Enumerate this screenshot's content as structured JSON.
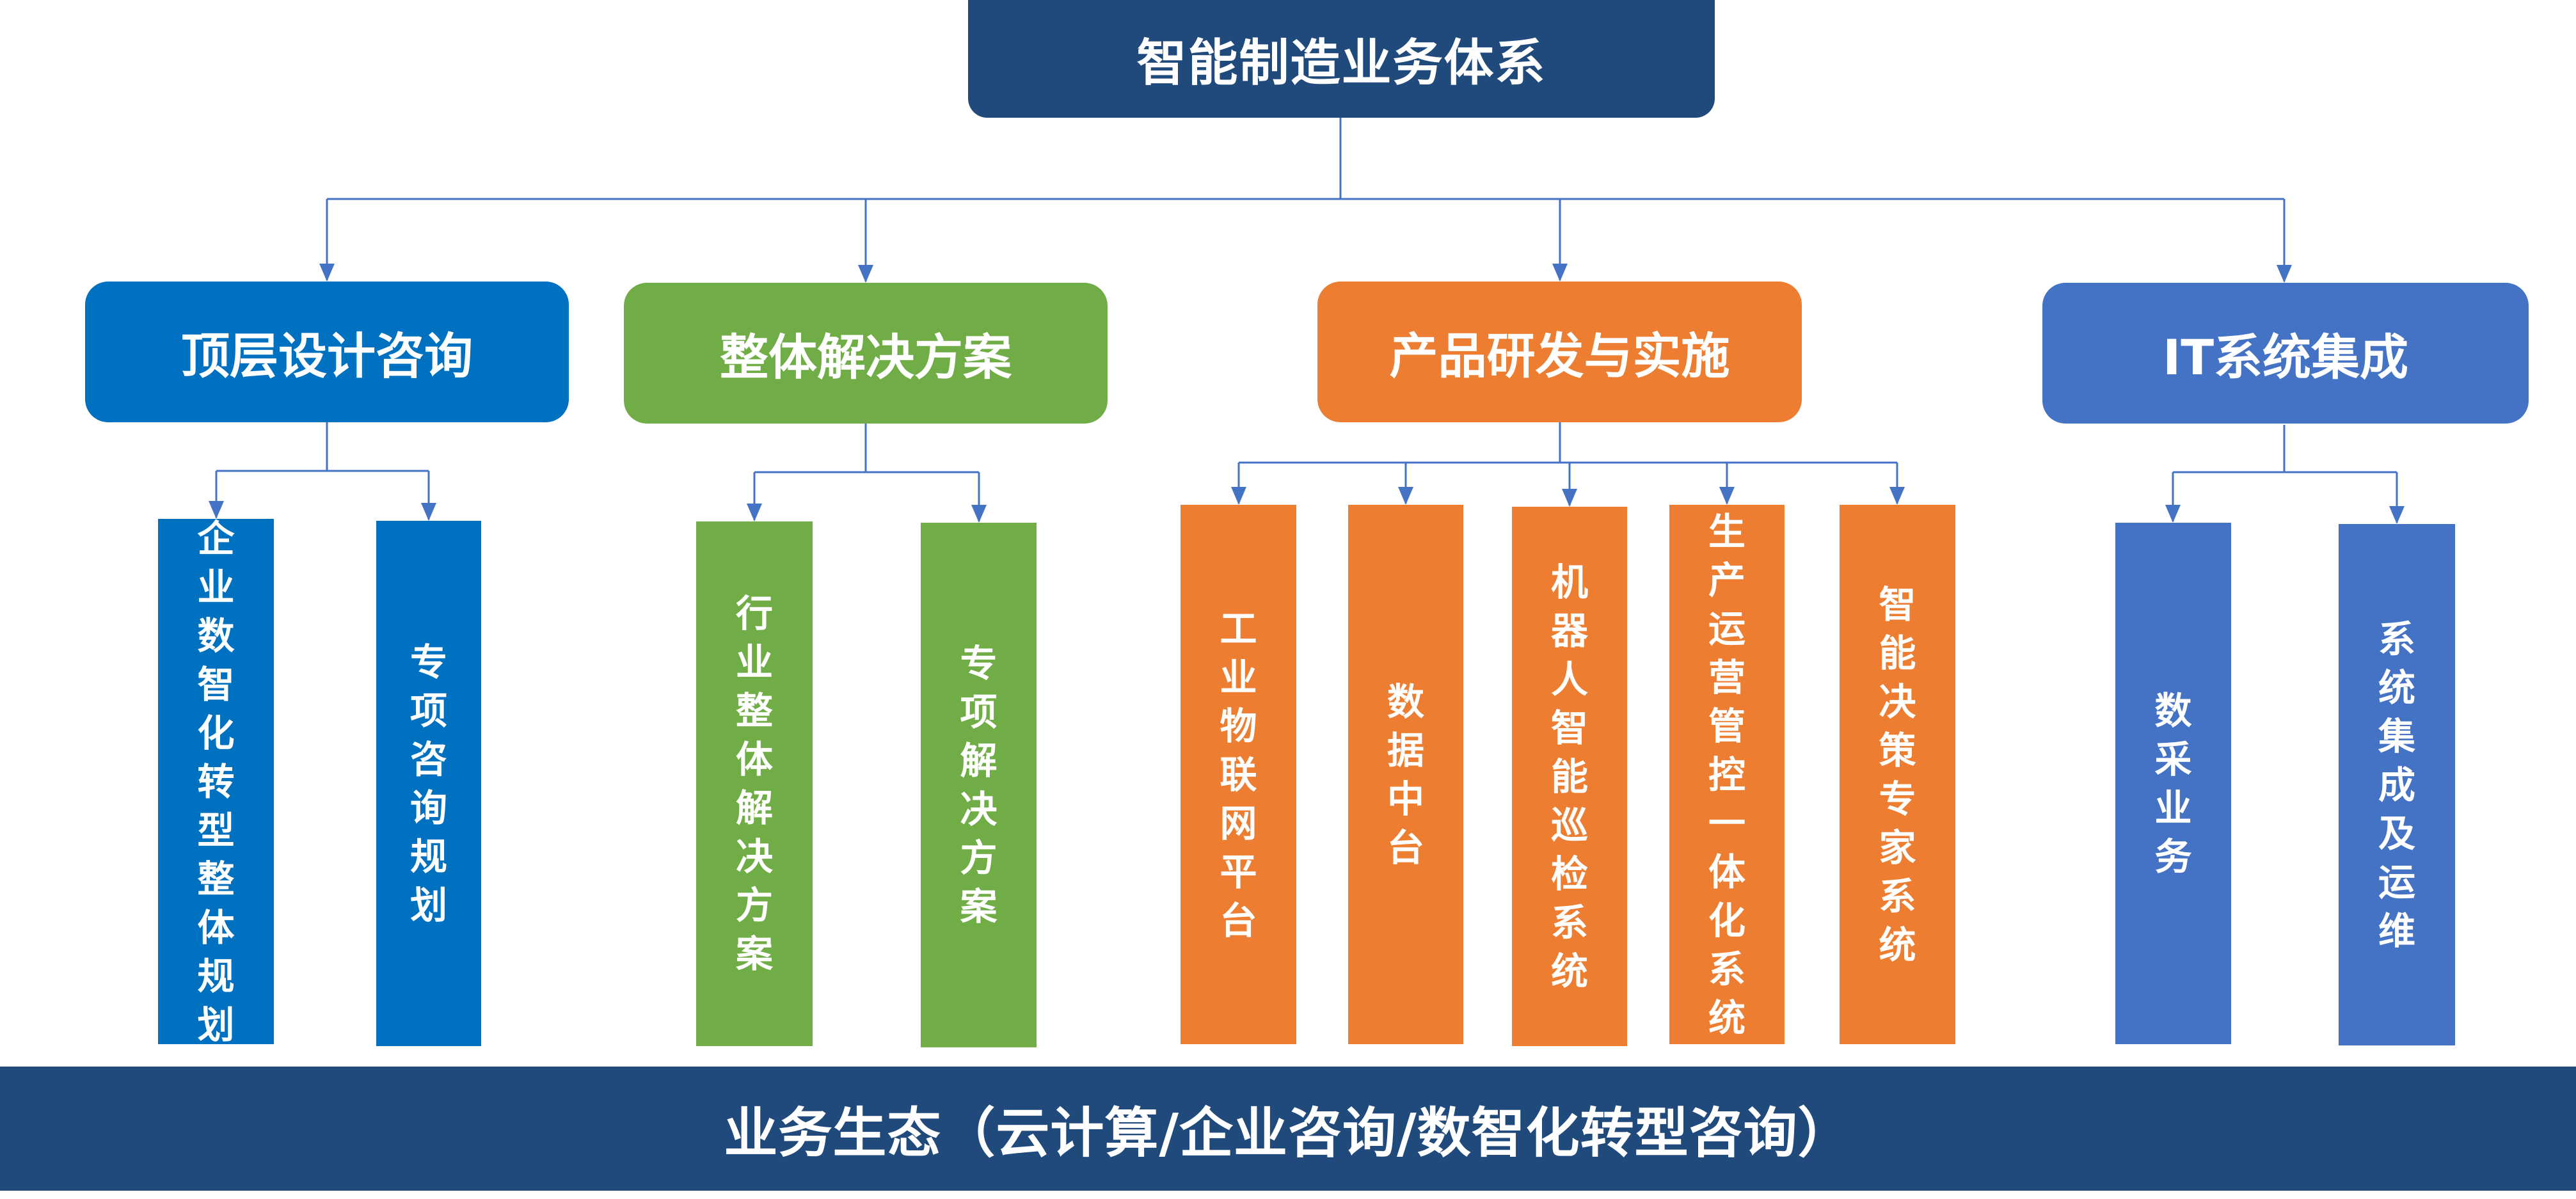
{
  "title": "智能制造业务体系",
  "colors": {
    "root": "#214a7c",
    "connector": "#4472c4",
    "group_blue": "#0070c0",
    "group_green": "#70ad47",
    "group_orange": "#ed7d31",
    "group_steel": "#4472c4",
    "banner": "#214a7c"
  },
  "groups": [
    {
      "label": "顶层设计咨询",
      "color_key": "group_blue",
      "children": [
        "企业数智化转型整体规划",
        "专项咨询规划"
      ]
    },
    {
      "label": "整体解决方案",
      "color_key": "group_green",
      "children": [
        "行业整体解决方案",
        "专项解决方案"
      ]
    },
    {
      "label": "产品研发与实施",
      "color_key": "group_orange",
      "children": [
        "工业物联网平台",
        "数据中台",
        "机器人智能巡检系统",
        "生产运营管控一体化系统",
        "智能决策专家系统"
      ]
    },
    {
      "label": "IT系统集成",
      "color_key": "group_steel",
      "children": [
        "数采业务",
        "系统集成及运维"
      ]
    }
  ],
  "banner": "业务生态（云计算/企业咨询/数智化转型咨询）"
}
